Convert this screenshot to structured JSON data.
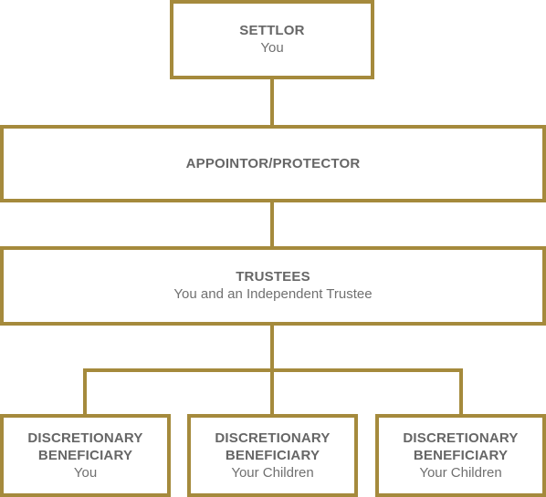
{
  "diagram": {
    "settlor": {
      "title": "SETTLOR",
      "subtitle": "You"
    },
    "appointor": {
      "title": "APPOINTOR/PROTECTOR"
    },
    "trustees": {
      "title": "TRUSTEES",
      "subtitle": "You and an Independent Trustee"
    },
    "beneficiaries": [
      {
        "title_line1": "DISCRETIONARY",
        "title_line2": "BENEFICIARY",
        "subtitle": "You"
      },
      {
        "title_line1": "DISCRETIONARY",
        "title_line2": "BENEFICIARY",
        "subtitle": "Your Children"
      },
      {
        "title_line1": "DISCRETIONARY",
        "title_line2": "BENEFICIARY",
        "subtitle": "Your Children"
      }
    ],
    "colors": {
      "border": "#a58a3c",
      "text": "#666666"
    }
  }
}
